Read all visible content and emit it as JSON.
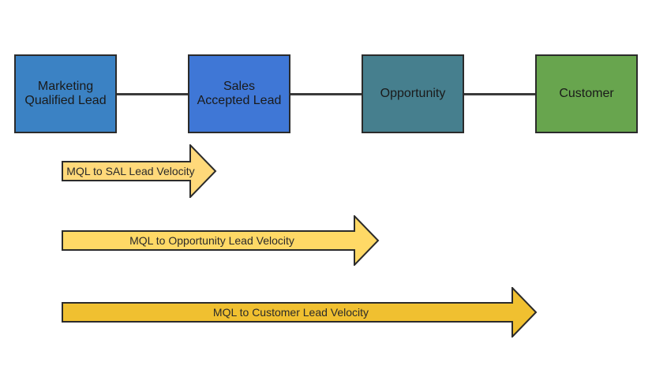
{
  "stages": [
    {
      "label": "Marketing\nQualified Lead",
      "color": "#3b82c4"
    },
    {
      "label": "Sales\nAccepted Lead",
      "color": "#3f77d6"
    },
    {
      "label": "Opportunity",
      "color": "#467f8e"
    },
    {
      "label": "Customer",
      "color": "#68a54e"
    }
  ],
  "arrows": [
    {
      "label": "MQL to SAL Lead Velocity",
      "color": "#ffd97a"
    },
    {
      "label": "MQL to Opportunity Lead Velocity",
      "color": "#ffd966"
    },
    {
      "label": "MQL to Customer Lead Velocity",
      "color": "#f0c030"
    }
  ]
}
